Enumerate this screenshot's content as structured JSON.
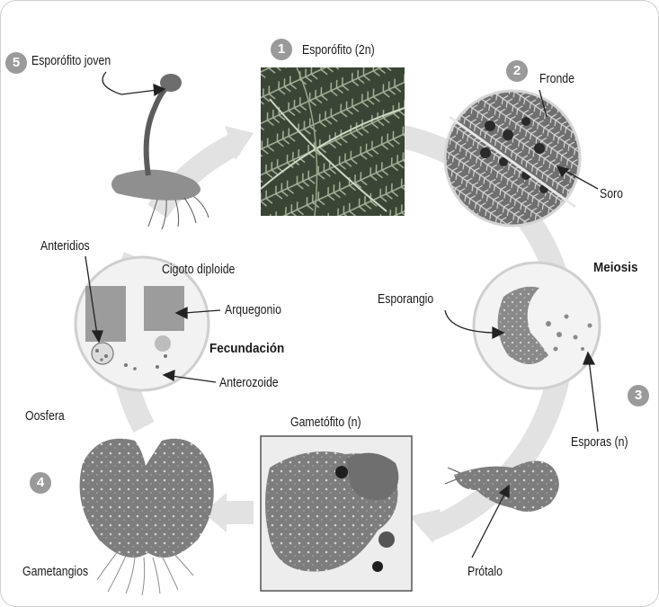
{
  "steps": {
    "s1": "1",
    "s2": "2",
    "s3": "3",
    "s4": "4",
    "s5": "5"
  },
  "labels": {
    "sporophyte": "Esporófito (2n)",
    "frond": "Fronde",
    "sorus": "Soro",
    "meiosis": "Meiosis",
    "sporangium": "Esporangio",
    "spores": "Esporas (n)",
    "prothallus": "Prótalo",
    "gametophyte": "Gametófito (n)",
    "gametangia": "Gametangios",
    "oosphere": "Oosfera",
    "antheridia": "Anteridios",
    "zygote": "Cigoto diploide",
    "archegonium": "Arquegonio",
    "fertilization": "Fecundación",
    "antherozoid": "Anterozoide",
    "young_sporophyte": "Esporófito joven"
  },
  "colors": {
    "cycle_arrow": "#e3e3e3",
    "marker": "#9a9a9a",
    "fern_dark": "#2f3a2a",
    "fern_mid": "#7a8a6a",
    "tissue": "#8d8d8d",
    "tissue_light": "#bdbdbd"
  }
}
